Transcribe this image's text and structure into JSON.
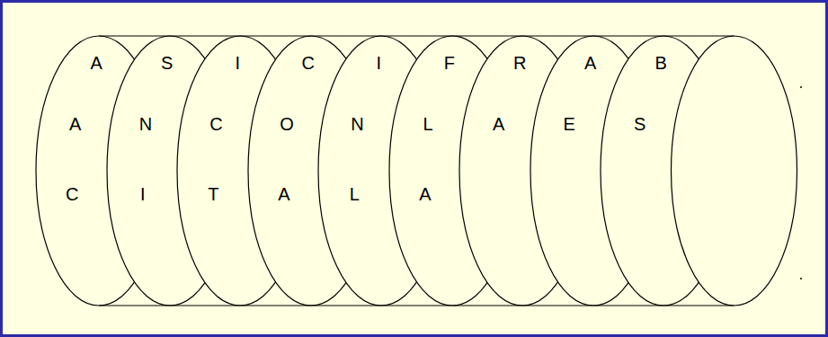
{
  "diagram": {
    "nodes": [
      {
        "text": [
          "A",
          "A",
          "C"
        ]
      },
      {
        "text": [
          "S",
          "N",
          "I"
        ]
      },
      {
        "text": [
          "I",
          "C",
          "T"
        ]
      },
      {
        "text": [
          "C",
          "O",
          "A"
        ]
      },
      {
        "text": [
          "I",
          "N",
          "L"
        ]
      },
      {
        "text": [
          "F",
          "L",
          "A"
        ]
      },
      {
        "text": [
          "R",
          "A"
        ]
      },
      {
        "text": [
          "A",
          "E"
        ]
      },
      {
        "text": [
          "B",
          "S"
        ]
      }
    ]
  }
}
